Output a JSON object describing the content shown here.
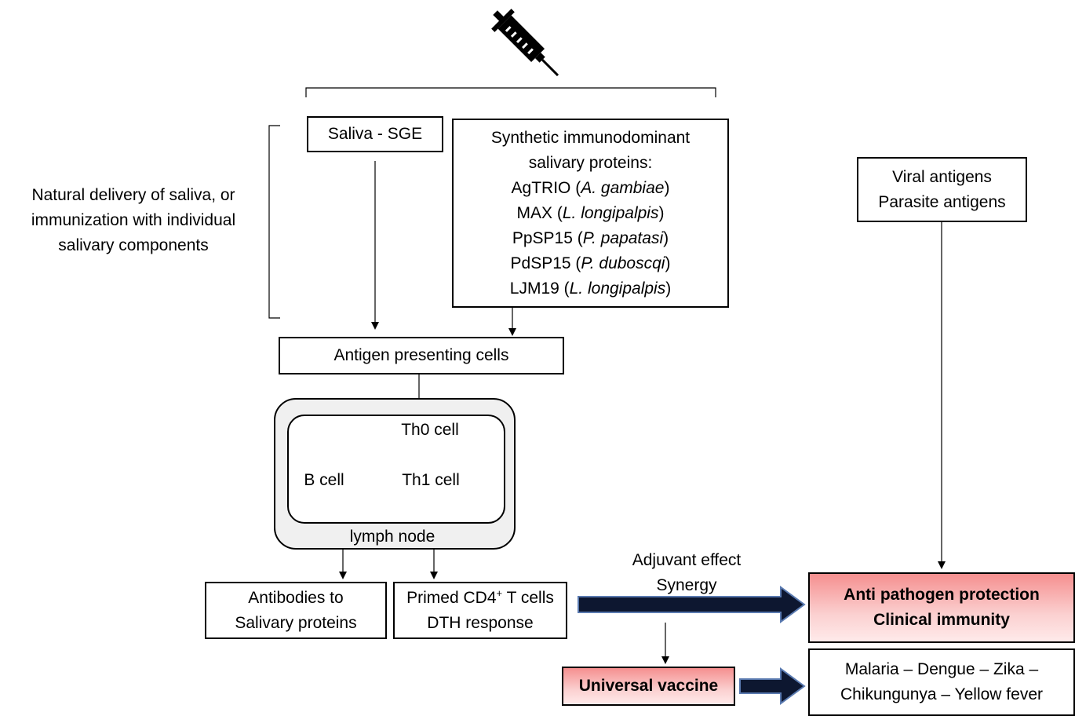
{
  "left_label": {
    "lines": [
      "Natural delivery of saliva, or",
      "immunization with individual",
      "salivary components"
    ]
  },
  "saliva_box": {
    "label": "Saliva - SGE"
  },
  "synthetic_box": {
    "title_lines": [
      "Synthetic immunodominant",
      "salivary proteins:"
    ],
    "items": [
      {
        "name": "AgTRIO",
        "species": "A. gambiae"
      },
      {
        "name": "MAX",
        "species": "L. longipalpis"
      },
      {
        "name": "PpSP15",
        "species": "P. papatasi"
      },
      {
        "name": "PdSP15",
        "species": "P. duboscqi"
      },
      {
        "name": "LJM19",
        "species": "L. longipalpis"
      }
    ]
  },
  "antigens_box": {
    "lines": [
      "Viral antigens",
      "Parasite antigens"
    ]
  },
  "apc_box": {
    "label": "Antigen presenting cells"
  },
  "lymph_node": {
    "label": "lymph node",
    "th0": "Th0 cell",
    "th1": "Th1 cell",
    "bcell": "B cell"
  },
  "antibodies_box": {
    "lines": [
      "Antibodies to",
      "Salivary proteins"
    ]
  },
  "primed_box": {
    "line1_pre": "Primed CD4",
    "line1_sup": "+",
    "line1_post": " T cells",
    "line2": "DTH response"
  },
  "adjuvant_label": {
    "lines": [
      "Adjuvant effect",
      "Synergy"
    ]
  },
  "protection_box": {
    "lines": [
      "Anti pathogen protection",
      "Clinical immunity"
    ]
  },
  "universal_box": {
    "label": "Universal vaccine"
  },
  "diseases_box": {
    "lines": [
      "Malaria – Dengue – Zika –",
      "Chikungunya – Yellow fever"
    ]
  },
  "colors": {
    "pink_top": "#f58f8f",
    "pink_bottom": "#ffeaea",
    "node_fill": "#f0f0f0"
  },
  "icons": {
    "syringe": "syringe-icon"
  }
}
